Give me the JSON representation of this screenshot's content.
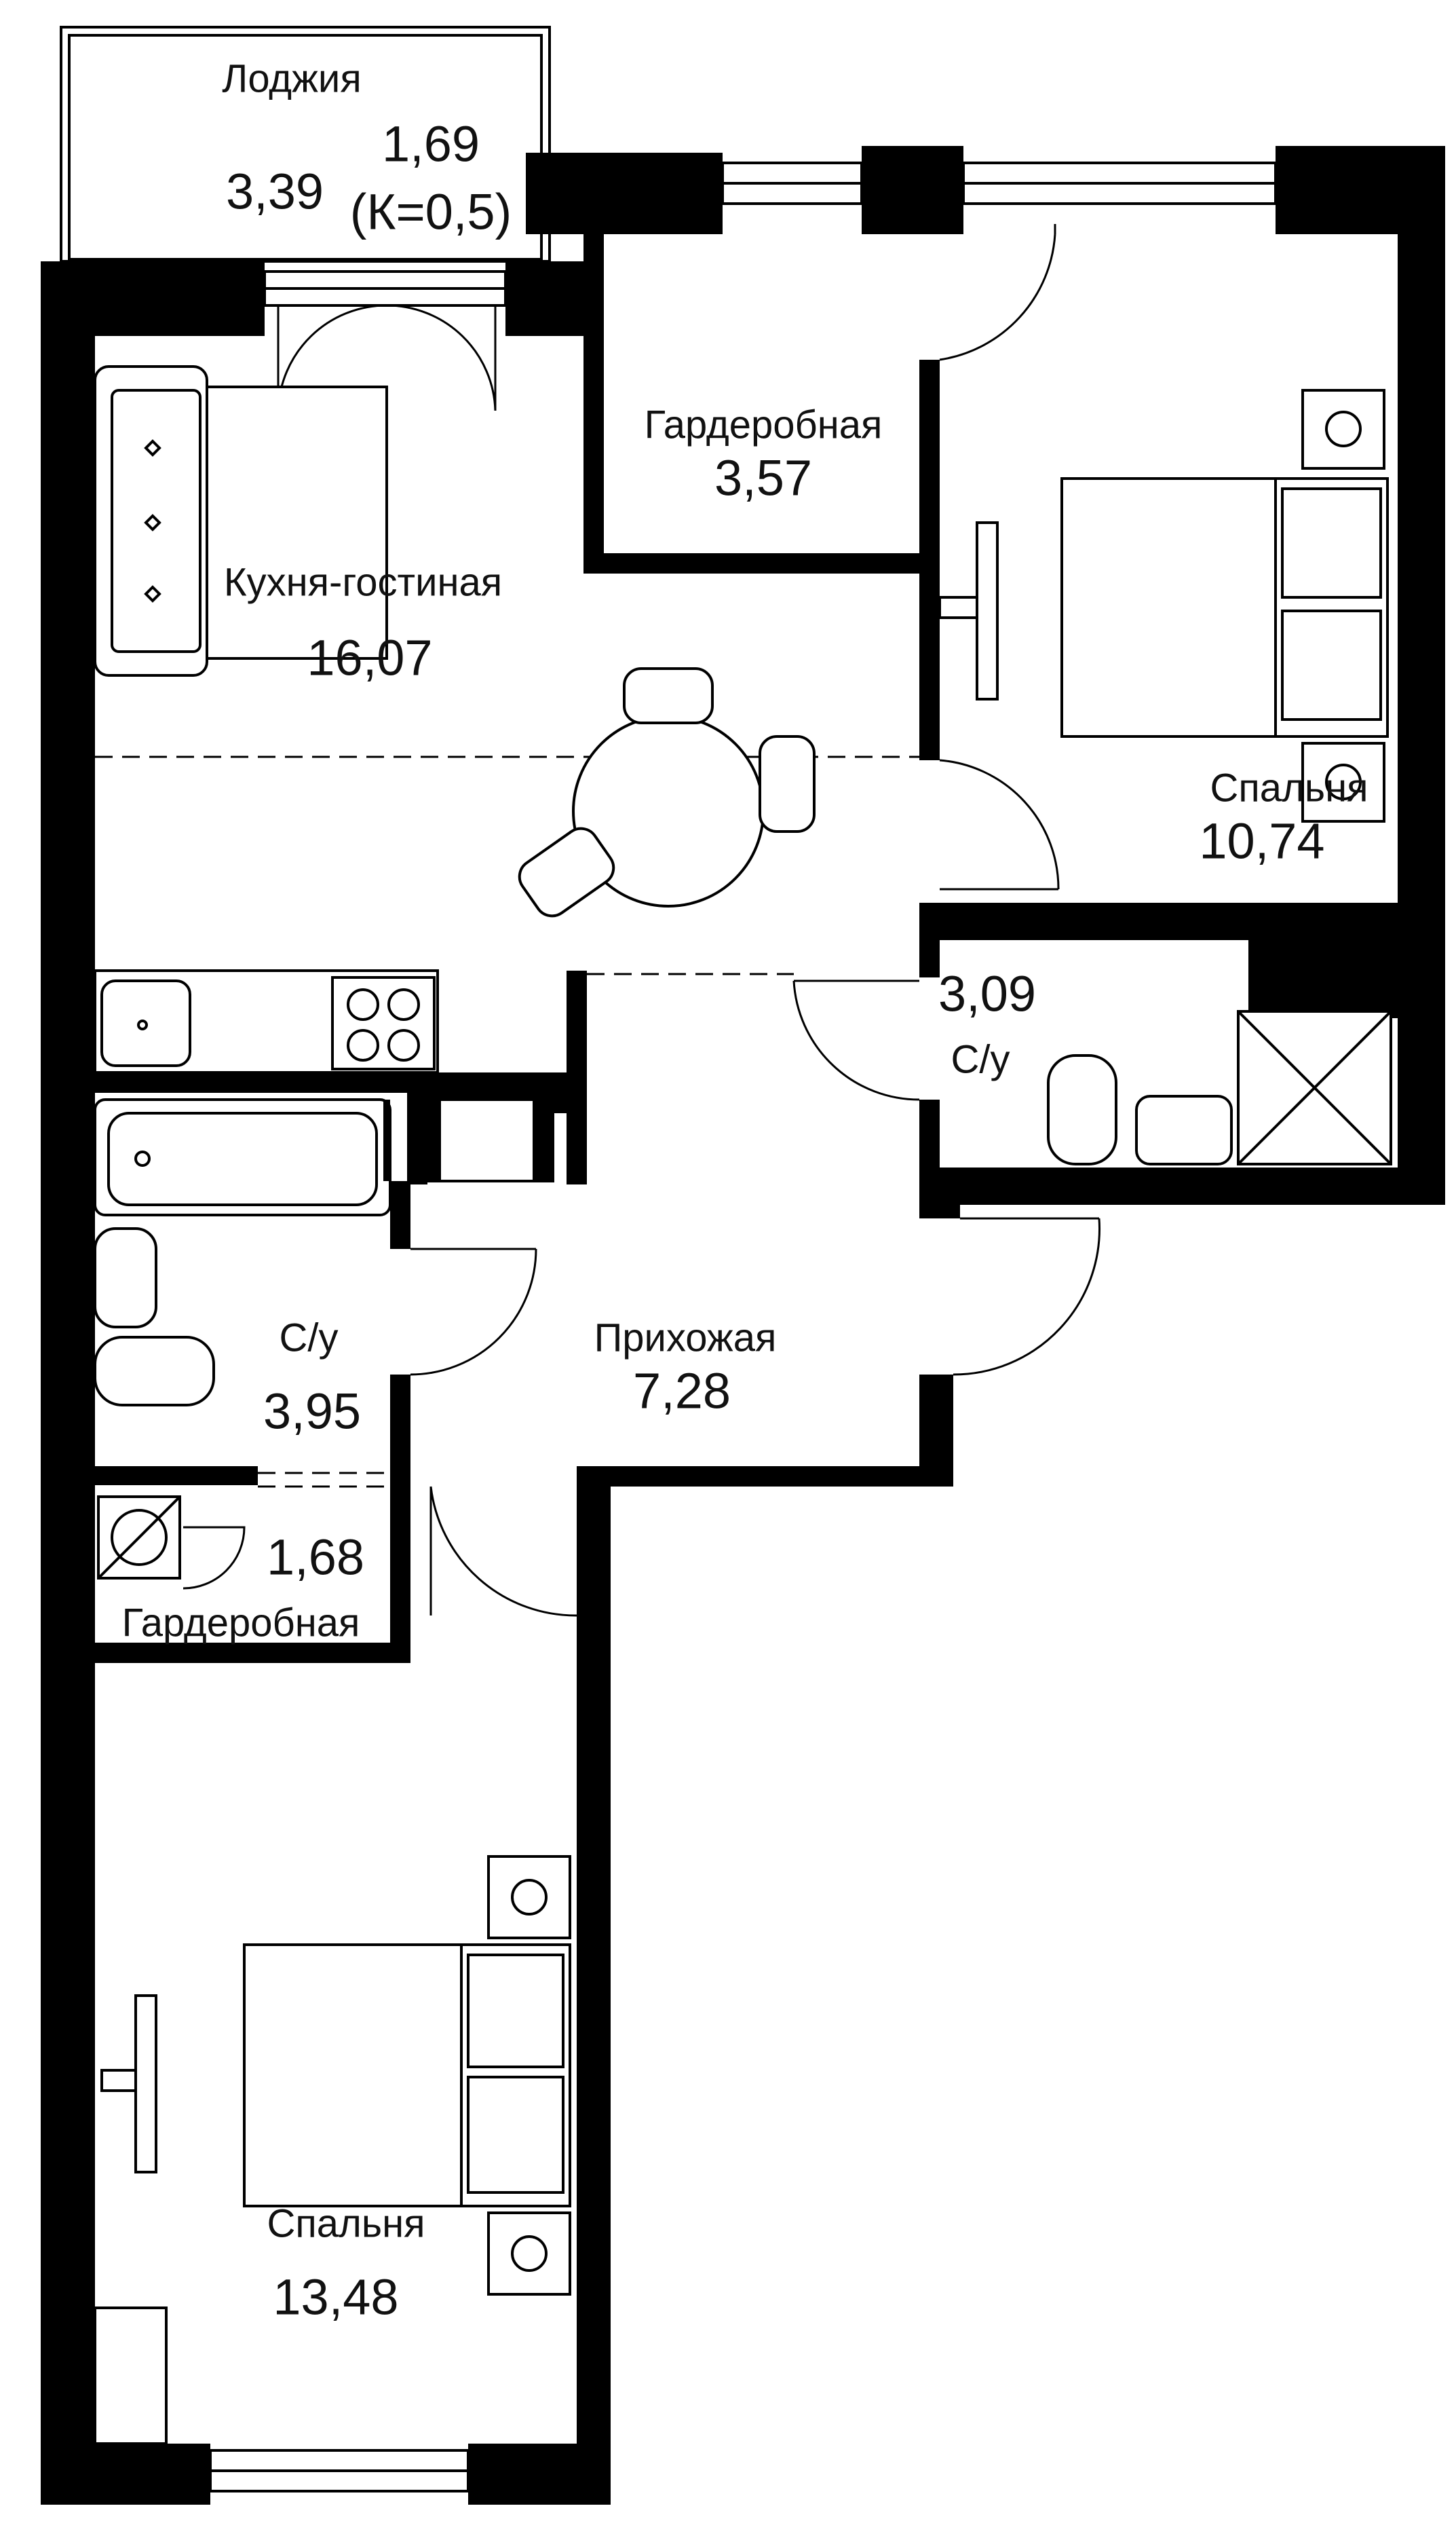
{
  "rooms": {
    "loggia": {
      "name": "Лоджия",
      "area": "3,39",
      "area_reduced": "1,69",
      "coefficient": "(К=0,5)"
    },
    "kitchen_living": {
      "name": "Кухня-гостиная",
      "area": "16,07"
    },
    "wardrobe_top": {
      "name": "Гардеробная",
      "area": "3,57"
    },
    "bedroom_right": {
      "name": "Спальня",
      "area": "10,74"
    },
    "bathroom_right": {
      "name": "С/у",
      "area": "3,09"
    },
    "bathroom_left": {
      "name": "С/у",
      "area": "3,95"
    },
    "hallway": {
      "name": "Прихожая",
      "area": "7,28"
    },
    "wardrobe_small": {
      "name": "Гардеробная",
      "area": "1,68"
    },
    "bedroom_bottom": {
      "name": "Спальня",
      "area": "13,48"
    }
  }
}
